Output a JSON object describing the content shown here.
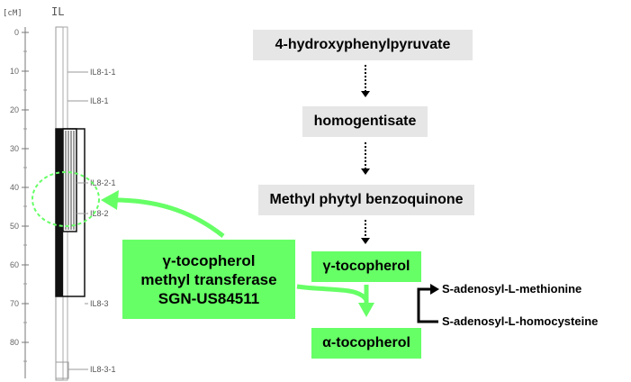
{
  "chromosome_map": {
    "unit_label": "[cM]",
    "column_label": "IL",
    "ticks": [
      "0",
      "10",
      "20",
      "30",
      "40",
      "50",
      "60",
      "70",
      "80"
    ],
    "ils": [
      "IL8-1-1",
      "IL8-1",
      "IL8-2-1",
      "IL8-2",
      "IL8-3",
      "IL8-3-1"
    ]
  },
  "pathway": {
    "steps": [
      "4-hydroxyphenylpyruvate",
      "homogentisate",
      "Methyl phytyl benzoquinone",
      "γ-tocopherol",
      "α-tocopherol"
    ]
  },
  "enzyme": {
    "line1": "γ-tocopherol",
    "line2": "methyl transferase",
    "line3": "SGN-US84511"
  },
  "cofactors": {
    "donor": "S-adenosyl-L-methionine",
    "product": "S-adenosyl-L-homocysteine"
  },
  "colors": {
    "enzyme_green": "#66ff66",
    "pathway_grey": "#e6e6e6",
    "highlight_arrow": "#66ff66"
  }
}
